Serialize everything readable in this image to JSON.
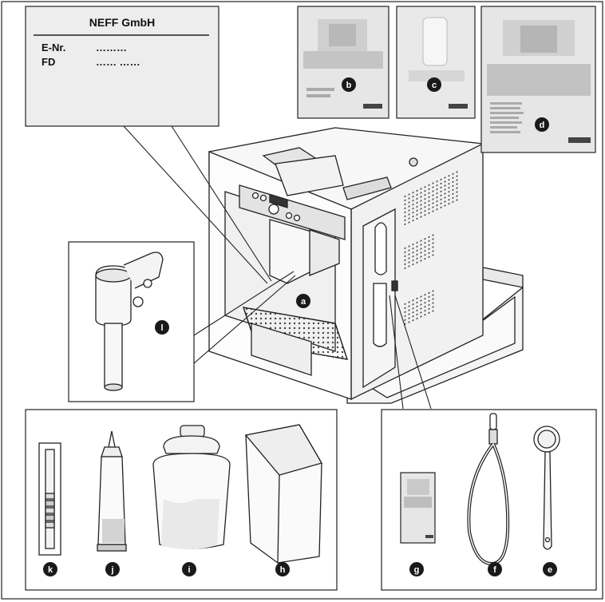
{
  "rating_plate": {
    "manufacturer": "NEFF GmbH",
    "enr_label": "E-Nr.",
    "enr_value": "………",
    "fd_label": "FD",
    "fd_value": "…… ……"
  },
  "callouts": {
    "a": "a",
    "b": "b",
    "c": "c",
    "d": "d",
    "e": "e",
    "f": "f",
    "g": "g",
    "h": "h",
    "i": "i",
    "j": "j",
    "k": "k",
    "l": "l"
  },
  "colors": {
    "line": "#222222",
    "panel_fill": "#ededed",
    "booklet_fill": "#e6e6e6",
    "badge_fill": "#1a1a1a"
  }
}
